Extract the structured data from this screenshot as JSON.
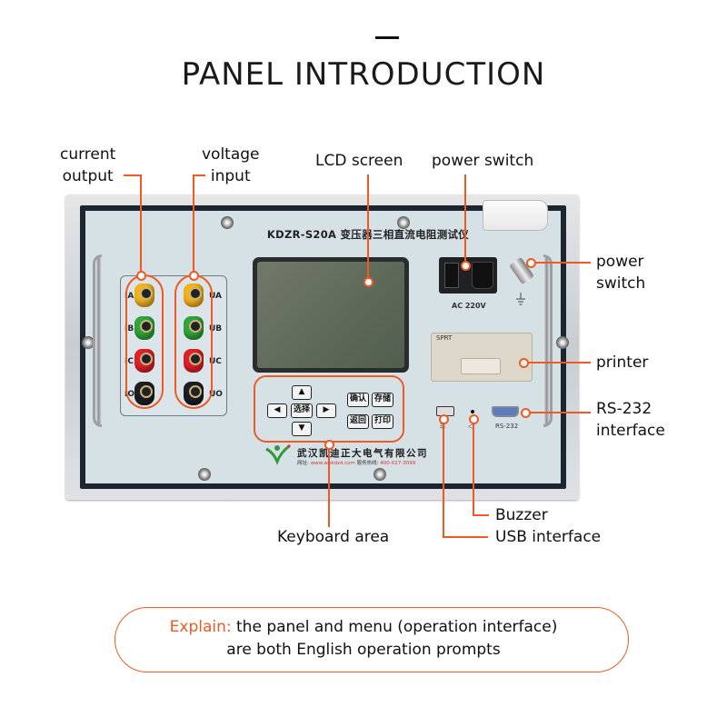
{
  "page": {
    "title": "PANEL INTRODUCTION"
  },
  "callouts": {
    "current_output": [
      "current",
      "output"
    ],
    "voltage_input": [
      "voltage",
      "input"
    ],
    "lcd_screen": "LCD screen",
    "power_switch_top": "power switch",
    "power_switch_right": [
      "power",
      "switch"
    ],
    "printer": "printer",
    "rs232": [
      "RS-232",
      "interface"
    ],
    "keyboard_area": "Keyboard area",
    "buzzer": "Buzzer",
    "usb_interface": "USB interface"
  },
  "device": {
    "model_title": "KDZR-S20A 变压器三相直流电阻测试仪",
    "current_terminals": [
      "IA",
      "IB",
      "IC",
      "IO"
    ],
    "voltage_terminals": [
      "UA",
      "UB",
      "UC",
      "UO"
    ],
    "terminal_colors": [
      "#f2b21c",
      "#2fa53a",
      "#e0202a",
      "#1c1e22"
    ],
    "keys": {
      "up": "▲",
      "down": "▼",
      "left": "◀",
      "right": "▶",
      "select": "选择",
      "confirm": "确认",
      "save": "存储",
      "back": "返回",
      "print": "打印"
    },
    "company_name": "武汉凯迪正大电气有限公司",
    "company_web_label": "网址:",
    "company_web": "www.whkdzd.com",
    "company_hotline_label": "服务热线:",
    "company_hotline": "400-027-3099",
    "power_rating": "AC 220V",
    "printer_brand": "SPRT",
    "rs232_label": "RS-232"
  },
  "explain": {
    "key": "Explain:",
    "line1": "the panel and menu (operation interface)",
    "line2": "are both English operation prompts"
  },
  "colors": {
    "accent": "#ef5a24",
    "panel_face": "#d6e1e6",
    "text": "#111111"
  }
}
